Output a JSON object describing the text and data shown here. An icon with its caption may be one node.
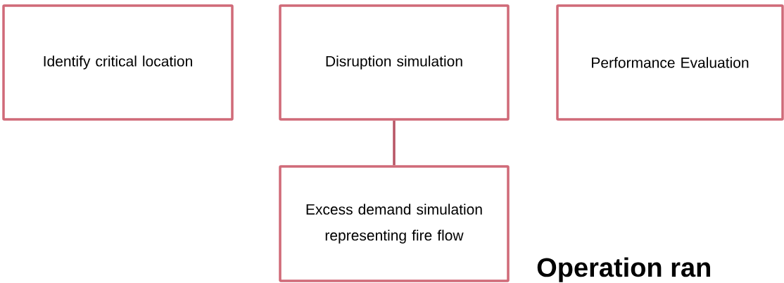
{
  "diagram": {
    "nodes": [
      {
        "text": [
          "Identify critical location"
        ]
      },
      {
        "text": [
          "Disruption simulation"
        ]
      },
      {
        "text": [
          "Performance Evaluation"
        ]
      },
      {
        "text": [
          "Excess demand simulation representing fire flow"
        ]
      }
    ],
    "edges": [
      {
        "from": 1,
        "to": 3,
        "arrow": "none"
      }
    ],
    "labels": [
      "Operation ran"
    ]
  }
}
